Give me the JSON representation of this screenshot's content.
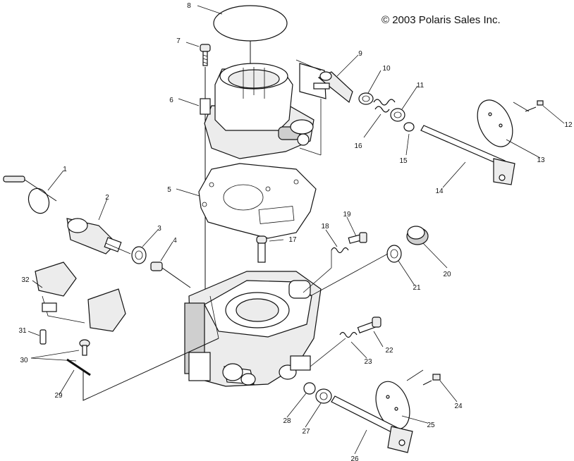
{
  "copyright": "© 2003 Polaris Sales Inc.",
  "callouts": [
    "1",
    "2",
    "3",
    "4",
    "5",
    "6",
    "7",
    "8",
    "9",
    "10",
    "11",
    "12",
    "13",
    "14",
    "15",
    "16",
    "17",
    "18",
    "19",
    "20",
    "21",
    "22",
    "23",
    "24",
    "25",
    "26",
    "27",
    "28",
    "29",
    "30",
    "31",
    "32"
  ]
}
